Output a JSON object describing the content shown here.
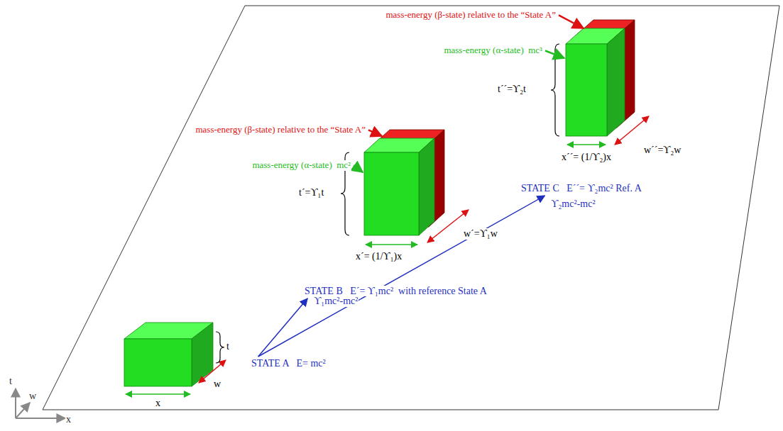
{
  "diagram": {
    "nodes": [
      {
        "text": [
          "STATE A   E= mc²"
        ]
      },
      {
        "text": [
          "STATE B   E´= ϒ₁mc²  with reference State A"
        ]
      },
      {
        "text": [
          "STATE C   E´´= ϒ₂mc² Ref. A"
        ]
      }
    ],
    "edges": [
      {
        "from": 0,
        "to": 1,
        "arrow": "to",
        "label": "ϒ₁mc²-mc²"
      },
      {
        "from": 0,
        "to": 2,
        "arrow": "to",
        "label": "ϒ₂mc²-mc²"
      }
    ],
    "labels": [
      "mass-energy (β-state) relative to the “State A”",
      "mass-energy (α-state)  mc³",
      "t´´=ϒ₂t",
      "mass-energy (β-state) relative to the “State A”",
      "x´´= (1/ϒ₂)x",
      "w´´=ϒ₂w",
      "mass-energy (α-state)  mc²",
      "t´=ϒ₁t",
      "x´= (1/ϒ₁)x",
      "w´=ϒ₁w",
      "t",
      "w",
      "x",
      "t",
      "w",
      "x"
    ]
  }
}
